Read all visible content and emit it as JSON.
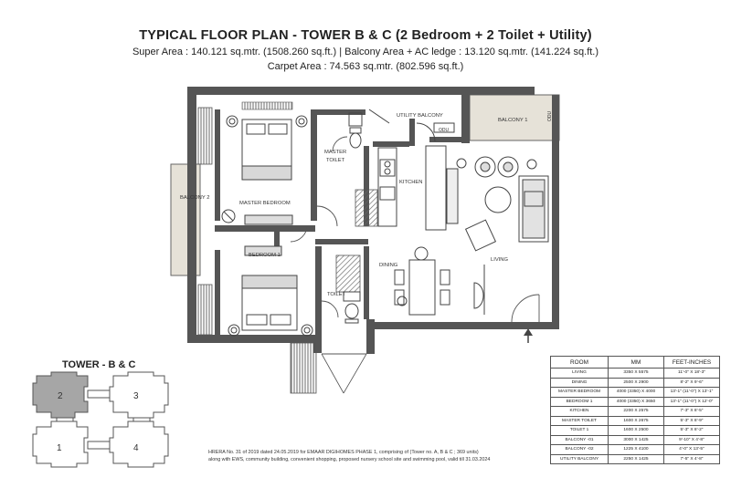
{
  "header": {
    "title": "TYPICAL FLOOR PLAN - TOWER B & C (2 Bedroom + 2 Toilet + Utility)",
    "line2": "Super Area : 140.121 sq.mtr. (1508.260 sq.ft.)  |  Balcony Area + AC ledge : 13.120 sq.mtr. (141.224 sq.ft.)",
    "line3": "Carpet Area : 74.563 sq.mtr. (802.596 sq.ft.)"
  },
  "rooms": {
    "utility_balcony": "UTILITY BALCONY",
    "odu1": "ODU",
    "balcony1": "BALCONY 1",
    "odu2": "ODU",
    "master_toilet_l1": "MASTER",
    "master_toilet_l2": "TOILET",
    "kitchen": "KITCHEN",
    "balcony2": "BALCONY 2",
    "master_bedroom": "MASTER BEDROOM",
    "bedroom1": "BEDROOM 1",
    "dining": "DINING",
    "living": "LIVING",
    "toilet": "TOILET"
  },
  "key_plan": {
    "title": "TOWER - B & C",
    "units": [
      "2",
      "3",
      "1",
      "4"
    ],
    "highlighted": "2",
    "highlight_color": "#a6a6a6"
  },
  "footnote": {
    "line1": "HRERA No. 31 of 2019 dated 24.05.2019 for EMAAR DIGIHOMES PHASE 1, comprising of (Tower no. A, B & C ; 369 units)",
    "line2": "along with EWS, community building, convenient shopping, proposed nursery school site and swimming pool, valid till 31.03.2024"
  },
  "room_table": {
    "headers": [
      "ROOM",
      "MM",
      "FEET-INCHES"
    ],
    "rows": [
      [
        "LIVING",
        "3350 X 5575",
        "11'-0\" X 18'-3\""
      ],
      [
        "DINING",
        "2500 X 2900",
        "8'-2\" X 9'-6\""
      ],
      [
        "MASTER BEDROOM",
        "4000 (3350) X 4000",
        "13'-1\" (11'-0\") X 13'-1\""
      ],
      [
        "BEDROOM 1",
        "4000 (3350) X 3650",
        "13'-1\" (11'-0\") X 12'-0\""
      ],
      [
        "KITCHEN",
        "2200 X 2575",
        "7'-3\" X 8'-5\""
      ],
      [
        "MASTER TOILET",
        "1600 X 2675",
        "5'-3\" X 8'-9\""
      ],
      [
        "TOILET 1",
        "1600 X 2500",
        "5'-3\" X 8'-2\""
      ],
      [
        "BALCONY -01",
        "3000 X 1425",
        "9'-10\" X 4'-8\""
      ],
      [
        "BALCONY -02",
        "1225 X 4100",
        "4'-0\" X 13'-5\""
      ],
      [
        "UTILITY BALCONY",
        "2250 X 1425",
        "7'-5\" X 4'-8\""
      ]
    ]
  },
  "colors": {
    "wall": "#555555",
    "balcony": "#e6e2d8",
    "stair_hatch": "#777777"
  }
}
